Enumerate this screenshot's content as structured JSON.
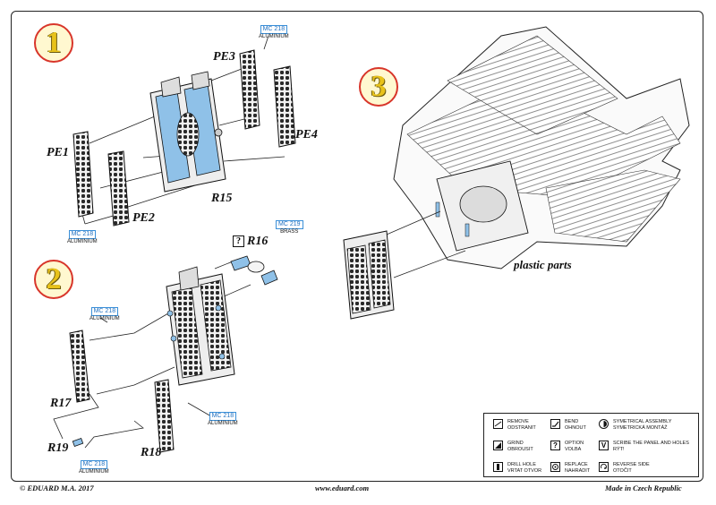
{
  "steps": [
    "1",
    "2",
    "3"
  ],
  "parts": {
    "pe1": "PE1",
    "pe2": "PE2",
    "pe3": "PE3",
    "pe4": "PE4",
    "r15": "R15",
    "r16": "R16",
    "r17": "R17",
    "r18": "R18",
    "r19": "R19"
  },
  "materials": {
    "mc218_a": {
      "code": "MC 218",
      "name": "ALUMINIUM"
    },
    "mc218_b": {
      "code": "MC 218",
      "name": "ALUMINIUM"
    },
    "mc219": {
      "code": "MC 219",
      "name": "BRASS"
    },
    "mc218_c": {
      "code": "MC 218",
      "name": "ALUMINIUM"
    },
    "mc218_d": {
      "code": "MC 218",
      "name": "ALUMINIUM"
    },
    "mc218_e": {
      "code": "MC 218",
      "name": "ALUMINIUM"
    }
  },
  "option_mark": "?",
  "plastic_label": "plastic parts",
  "legend": [
    {
      "icon": "remove-icon",
      "line1": "REMOVE",
      "line2": "ODSTRANIT"
    },
    {
      "icon": "bend-icon",
      "line1": "BEND",
      "line2": "OHNOUT"
    },
    {
      "icon": "symmetrical-icon",
      "line1": "SYMETRICAL ASSEMBLY",
      "line2": "SYMETRICKÁ MONTÁŽ"
    },
    {
      "icon": "grind-icon",
      "line1": "GRIND",
      "line2": "OBROUSIT"
    },
    {
      "icon": "option-icon",
      "glyph": "?",
      "line1": "OPTION",
      "line2": "VOLBA"
    },
    {
      "icon": "scribe-icon",
      "glyph": "V",
      "line1": "SCRIBE THE PANEL AND HOLES",
      "line2": "RÝT!"
    },
    {
      "icon": "drill-icon",
      "line1": "DRILL HOLE",
      "line2": "VRTAT OTVOR"
    },
    {
      "icon": "replace-icon",
      "line1": "REPLACE",
      "line2": "NAHRADIT"
    },
    {
      "icon": "reverse-icon",
      "line1": "REVERSE SIDE",
      "line2": "OTOČIT"
    }
  ],
  "footer": {
    "left": "© EDUARD  M.A. 2017",
    "center": "www.eduard.com",
    "right": "Made in Czech Republic"
  },
  "colors": {
    "highlight": "#8fc1e8",
    "step_ring": "#d8352a",
    "step_digit": "#e8c21a",
    "material_code": "#1e6fc0"
  }
}
